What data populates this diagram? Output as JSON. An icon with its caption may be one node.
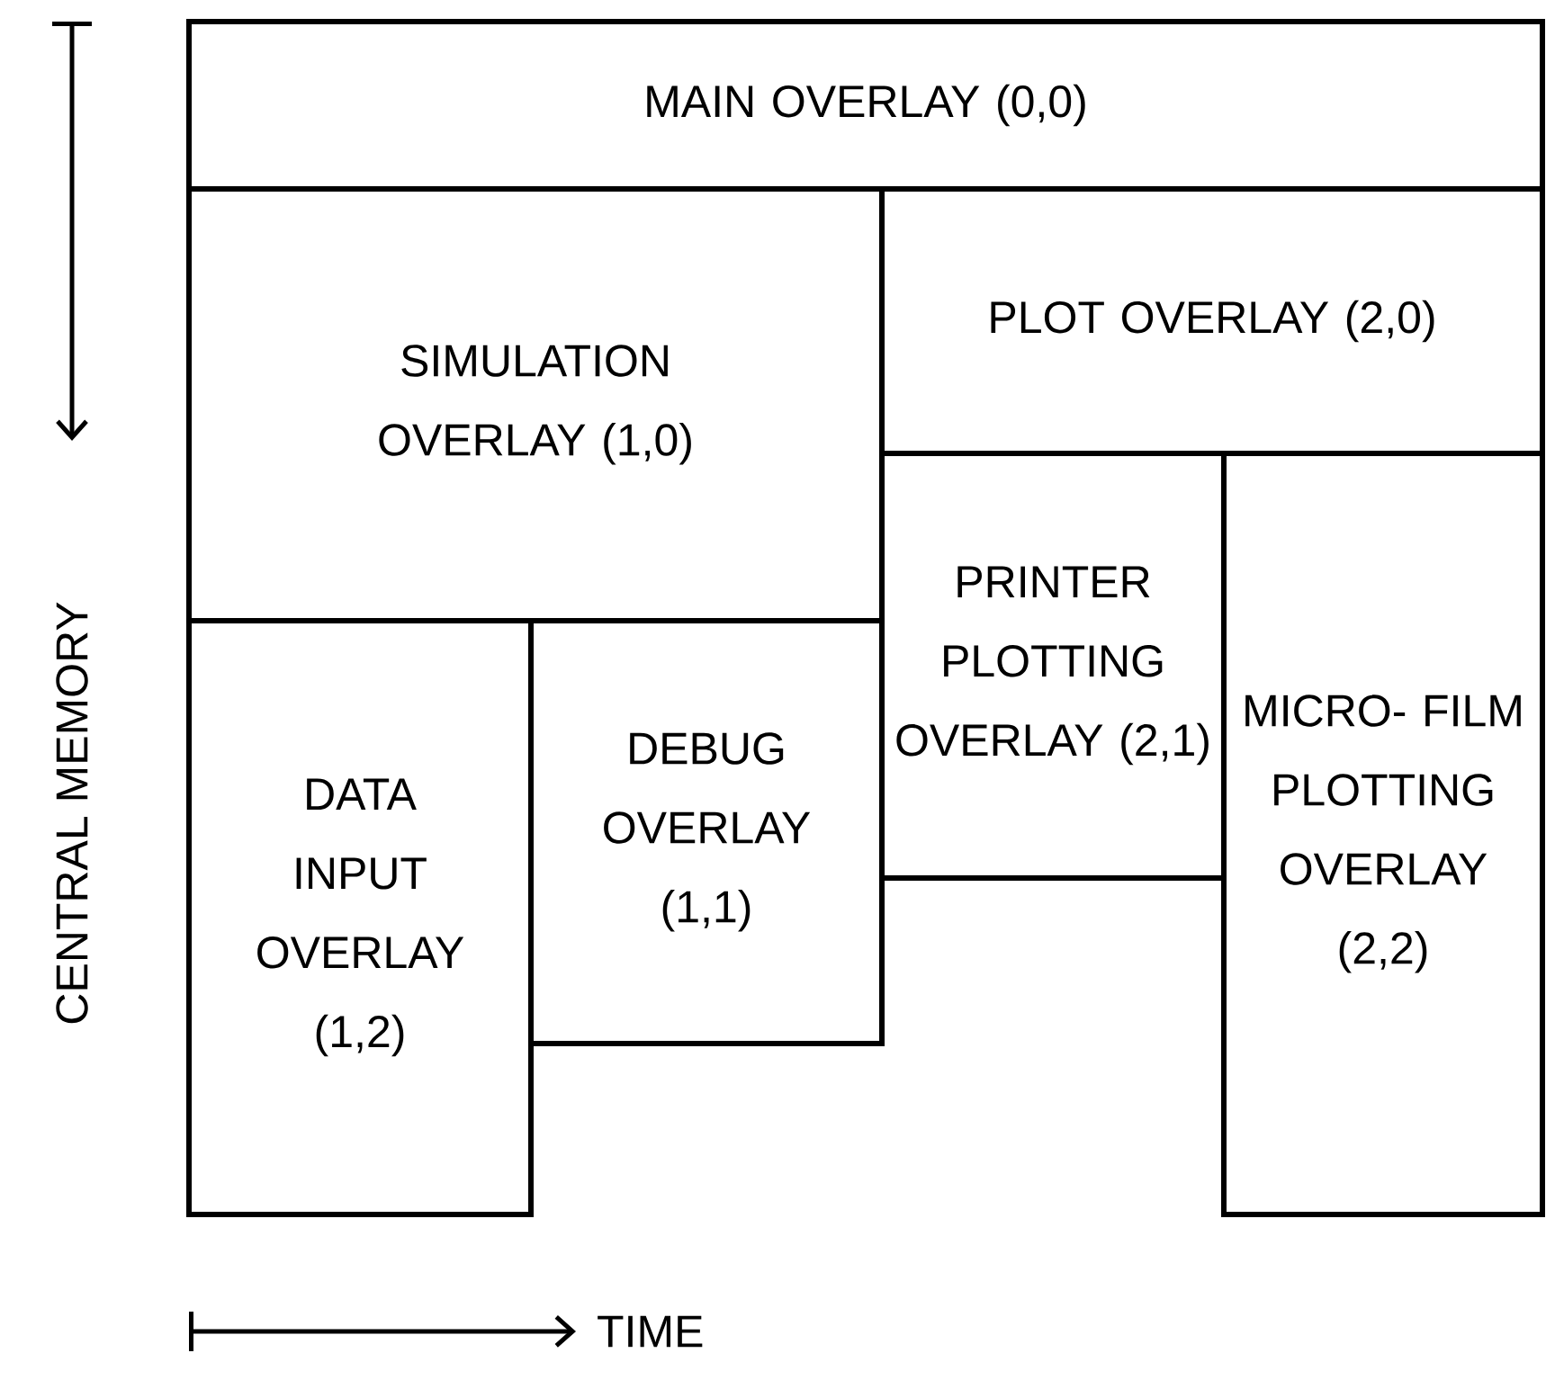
{
  "diagram": {
    "nodes": [
      {
        "text": [
          "MAIN OVERLAY (0,0)"
        ]
      },
      {
        "text": [
          "SIMULATION OVERLAY (1,0)"
        ]
      },
      {
        "text": [
          "PLOT OVERLAY (2,0)"
        ]
      },
      {
        "text": [
          "DATA INPUT OVERLAY (1,2)"
        ]
      },
      {
        "text": [
          "DEBUG OVERLAY (1,1)"
        ]
      },
      {
        "text": [
          "PRINTER PLOTTING OVERLAY (2,1)"
        ]
      },
      {
        "text": [
          "MICRO- FILM PLOTTING OVERLAY (2,2)"
        ]
      }
    ],
    "labels": [
      "CENTRAL MEMORY",
      "TIME"
    ]
  }
}
